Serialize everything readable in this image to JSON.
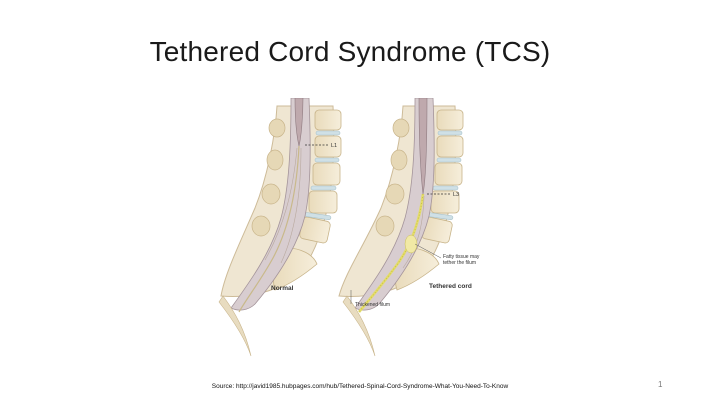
{
  "slide": {
    "title": "Tethered Cord Syndrome (TCS)",
    "source": "Source: http://javid1985.hubpages.com/hub/Tethered-Spinal-Cord-Syndrome-What-You-Need-To-Know",
    "page_number": "1"
  },
  "figure": {
    "left_panel": {
      "caption": "Normal",
      "level_marker": "L1"
    },
    "right_panel": {
      "caption": "Tethered cord",
      "level_marker": "L3",
      "annotation_fatty_line1": "Fatty tissue may",
      "annotation_fatty_line2": "tether the filum",
      "annotation_filum": "Thickened filum"
    }
  },
  "colors": {
    "bone": "#efe4c9",
    "bone_edge": "#c8b48a",
    "disc": "#cfe0e6",
    "cord": "#c9b7b4",
    "filum": "#e6e27a"
  }
}
